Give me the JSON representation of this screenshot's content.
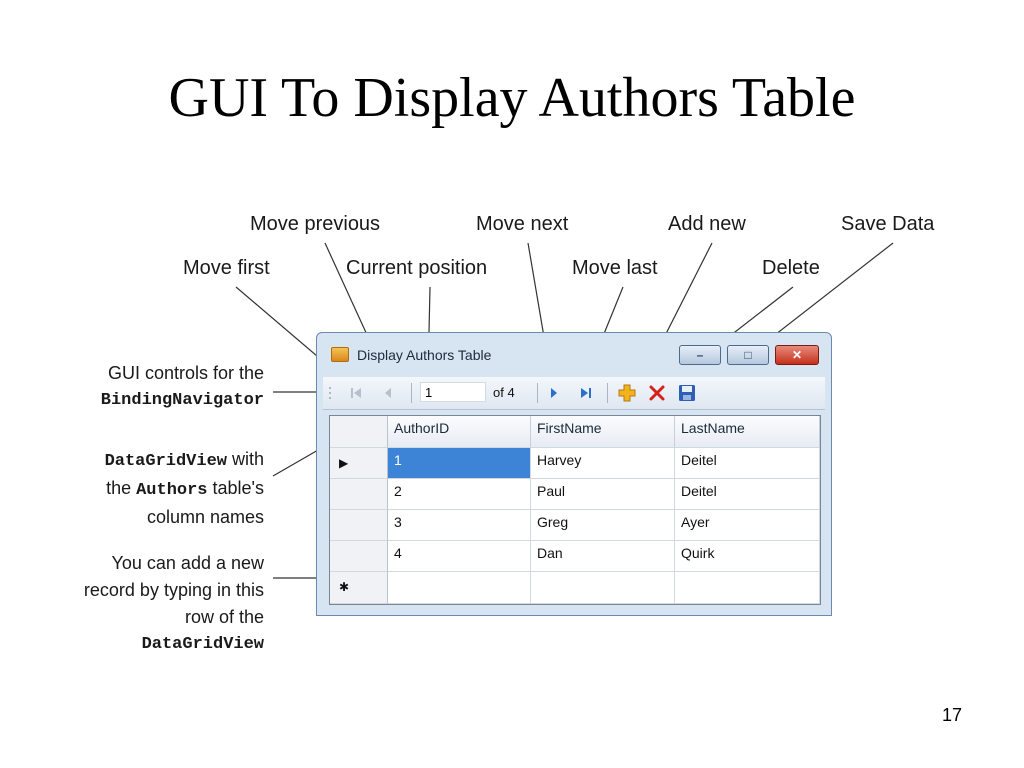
{
  "slide": {
    "title": "GUI To Display Authors Table",
    "page_number": "17"
  },
  "callouts": {
    "move_previous": "Move previous",
    "move_next": "Move next",
    "add_new": "Add new",
    "save_data": "Save Data",
    "move_first": "Move first",
    "current_position": "Current position",
    "move_last": "Move last",
    "delete": "Delete"
  },
  "side_notes": {
    "navigator": {
      "line1": "GUI controls for the",
      "code": "BindingNavigator"
    },
    "grid": {
      "code1": "DataGridView",
      "text1": " with",
      "text2": "the ",
      "code2": "Authors",
      "text3": " table's",
      "text4": "column names"
    },
    "new_row": {
      "line1": "You can add a new",
      "line2": "record by typing in this",
      "line3": "row of the",
      "code": "DataGridView"
    }
  },
  "window": {
    "title": "Display Authors Table",
    "buttons": {
      "minimize": "–",
      "maximize": "□",
      "close": "✕"
    }
  },
  "navigator": {
    "position": "1",
    "count": "of 4"
  },
  "table": {
    "columns": [
      "AuthorID",
      "FirstName",
      "LastName"
    ],
    "rows": [
      [
        "1",
        "Harvey",
        "Deitel"
      ],
      [
        "2",
        "Paul",
        "Deitel"
      ],
      [
        "3",
        "Greg",
        "Ayer"
      ],
      [
        "4",
        "Dan",
        "Quirk"
      ]
    ],
    "current_row_marker": "▶",
    "new_row_marker": "✱"
  },
  "icons": {
    "move_first": "first-record-icon",
    "move_previous": "previous-record-icon",
    "move_next": "next-record-icon",
    "move_last": "last-record-icon",
    "add_new": "add-icon",
    "delete": "delete-icon",
    "save": "save-icon",
    "accent_blue": "#3e84d6",
    "delete_red": "#d6211b",
    "add_yellow": "#f2b31c"
  }
}
